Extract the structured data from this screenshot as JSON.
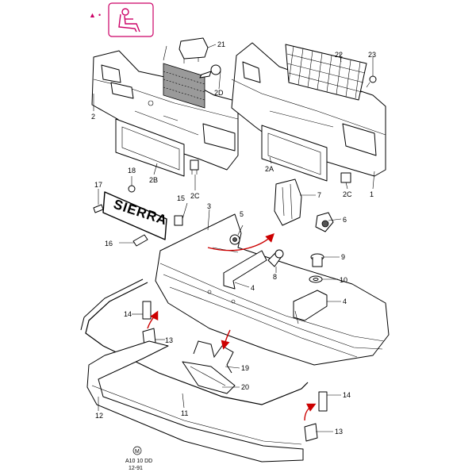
{
  "header": {
    "symbol_marker": "▲",
    "symbol_suffix": "•",
    "seat_icon": "seat-icon",
    "accent_color": "#cc0066"
  },
  "callouts": [
    {
      "id": "21",
      "label": "21"
    },
    {
      "id": "2D",
      "label": "2D"
    },
    {
      "id": "22",
      "label": "22"
    },
    {
      "id": "23",
      "label": "23"
    },
    {
      "id": "2",
      "label": "2"
    },
    {
      "id": "2B",
      "label": "2B"
    },
    {
      "id": "18",
      "label": "18"
    },
    {
      "id": "2C-left",
      "label": "2C"
    },
    {
      "id": "2A",
      "label": "2A"
    },
    {
      "id": "2C-right",
      "label": "2C"
    },
    {
      "id": "1",
      "label": "1"
    },
    {
      "id": "17",
      "label": "17"
    },
    {
      "id": "15",
      "label": "15"
    },
    {
      "id": "3",
      "label": "3"
    },
    {
      "id": "5",
      "label": "5"
    },
    {
      "id": "7",
      "label": "7"
    },
    {
      "id": "6",
      "label": "6"
    },
    {
      "id": "16",
      "label": "16"
    },
    {
      "id": "9",
      "label": "9"
    },
    {
      "id": "8",
      "label": "8"
    },
    {
      "id": "4-upper",
      "label": "4"
    },
    {
      "id": "10",
      "label": "10"
    },
    {
      "id": "4-lower",
      "label": "4"
    },
    {
      "id": "14-left",
      "label": "14"
    },
    {
      "id": "13-left",
      "label": "13"
    },
    {
      "id": "19",
      "label": "19"
    },
    {
      "id": "20",
      "label": "20"
    },
    {
      "id": "14-right",
      "label": "14"
    },
    {
      "id": "12",
      "label": "12"
    },
    {
      "id": "11",
      "label": "11"
    },
    {
      "id": "13-right",
      "label": "13"
    }
  ],
  "number_plate_text": "SIERRA",
  "footer": {
    "marker": "M",
    "ref_code": "A10 10 DD",
    "date": "12-91"
  },
  "arrow_color": "#cc0000"
}
